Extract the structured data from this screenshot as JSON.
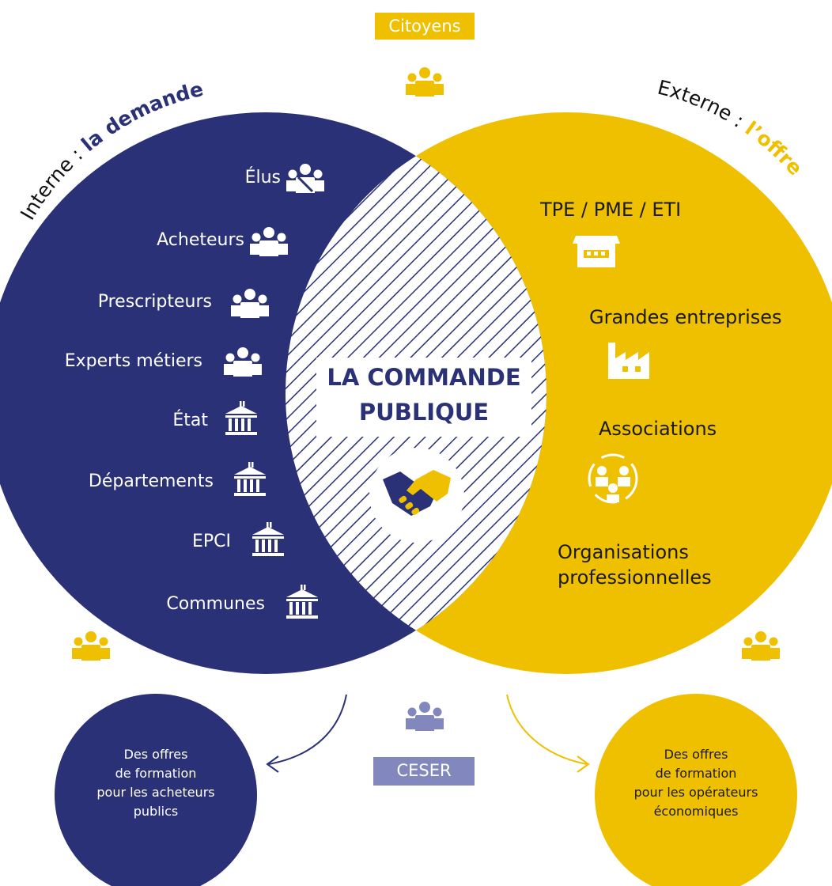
{
  "colors": {
    "navy": "#2A3177",
    "yellow": "#EFC000",
    "lavender": "#8288BE",
    "white": "#FFFFFF"
  },
  "top_tag": {
    "label": "Citoyens"
  },
  "left_title": {
    "prefix": "Interne : ",
    "emphasis": "la demande"
  },
  "right_title": {
    "prefix": "Externe : ",
    "emphasis": "l’offre"
  },
  "center": {
    "line1": "LA COMMANDE",
    "line2": "PUBLIQUE",
    "icon": "handshake-icon"
  },
  "demand_items": [
    {
      "label": "Élus",
      "icon": "elected-officials-icon"
    },
    {
      "label": "Acheteurs",
      "icon": "people-group-icon"
    },
    {
      "label": "Prescripteurs",
      "icon": "people-group-icon"
    },
    {
      "label": "Experts métiers",
      "icon": "people-group-icon"
    },
    {
      "label": "État",
      "icon": "building-icon"
    },
    {
      "label": "Départements",
      "icon": "building-icon"
    },
    {
      "label": "EPCI",
      "icon": "building-icon"
    },
    {
      "label": "Communes",
      "icon": "building-icon"
    }
  ],
  "offer_items": [
    {
      "label": "TPE / PME / ETI",
      "icon": "shop-icon"
    },
    {
      "label": "Grandes entreprises",
      "icon": "factory-icon"
    },
    {
      "label": "Associations",
      "icon": "network-icon"
    },
    {
      "label": "Organisations professionnelles",
      "line1": "Organisations",
      "line2": "professionnelles"
    }
  ],
  "ceser": {
    "label": "CESER"
  },
  "left_training": {
    "line1": "Des offres",
    "line2": "de formation",
    "line3": "pour les acheteurs",
    "line4": "publics"
  },
  "right_training": {
    "line1": "Des offres",
    "line2": "de formation",
    "line3": "pour les opérateurs",
    "line4": "économiques"
  }
}
